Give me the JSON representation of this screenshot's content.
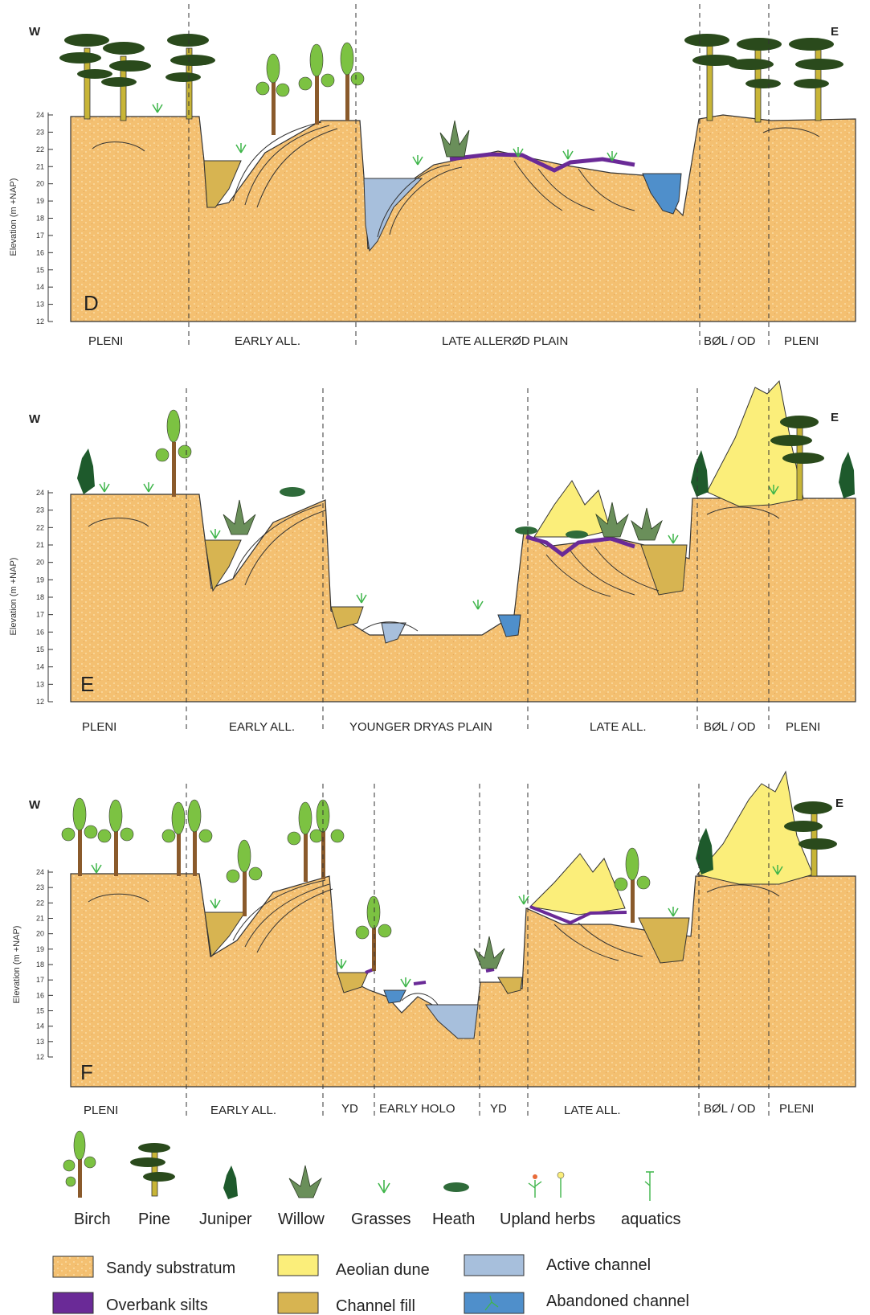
{
  "panels": [
    {
      "letter": "D",
      "west": "W",
      "east": "E",
      "ylabel": "Elevation (m +NAP)",
      "ticks": [
        "24",
        "23",
        "22",
        "21",
        "20",
        "19",
        "18",
        "17",
        "16",
        "15",
        "14",
        "13",
        "12"
      ],
      "zones": [
        "PLENI",
        "EARLY ALL.",
        "LATE ALLERØD PLAIN",
        "BØL / OD",
        "PLENI"
      ]
    },
    {
      "letter": "E",
      "west": "W",
      "east": "E",
      "ylabel": "Elevation (m +NAP)",
      "ticks": [
        "24",
        "23",
        "22",
        "21",
        "20",
        "19",
        "18",
        "17",
        "16",
        "15",
        "14",
        "13",
        "12"
      ],
      "zones": [
        "PLENI",
        "EARLY ALL.",
        "YOUNGER DRYAS PLAIN",
        "LATE ALL.",
        "BØL / OD",
        "PLENI"
      ]
    },
    {
      "letter": "F",
      "west": "W",
      "east": "E",
      "ylabel": "Elevation (m +NAP)",
      "ticks": [
        "24",
        "23",
        "22",
        "21",
        "20",
        "19",
        "18",
        "17",
        "16",
        "15",
        "14",
        "13",
        "12"
      ],
      "zones": [
        "PLENI",
        "EARLY ALL.",
        "YD",
        "EARLY HOLO",
        "YD",
        "LATE ALL.",
        "BØL / OD",
        "PLENI"
      ]
    }
  ],
  "legend": {
    "vegetation": [
      "Birch",
      "Pine",
      "Juniper",
      "Willow",
      "Grasses",
      "Heath",
      "Upland herbs",
      "aquatics"
    ],
    "units": [
      "Sandy substratum",
      "Aeolian dune",
      "Active channel",
      "Overbank silts",
      "Channel fill",
      "Abandoned channel"
    ]
  },
  "colors": {
    "sand": "#f4c071",
    "channel_fill": "#d7b451",
    "dune": "#fbee7a",
    "active_channel": "#a7bfdc",
    "abandoned_channel": "#4f8fcb",
    "overbank_silts": "#6a2a97",
    "birch_crown": "#7cc242",
    "pine_crown": "#2a4a1c",
    "juniper": "#1e5a2c",
    "grass": "#3fb54a"
  },
  "icons": [
    "birch-icon",
    "pine-icon",
    "juniper-icon",
    "willow-icon",
    "grass-icon",
    "heath-icon",
    "upland-herb-icon",
    "aquatic-icon"
  ]
}
